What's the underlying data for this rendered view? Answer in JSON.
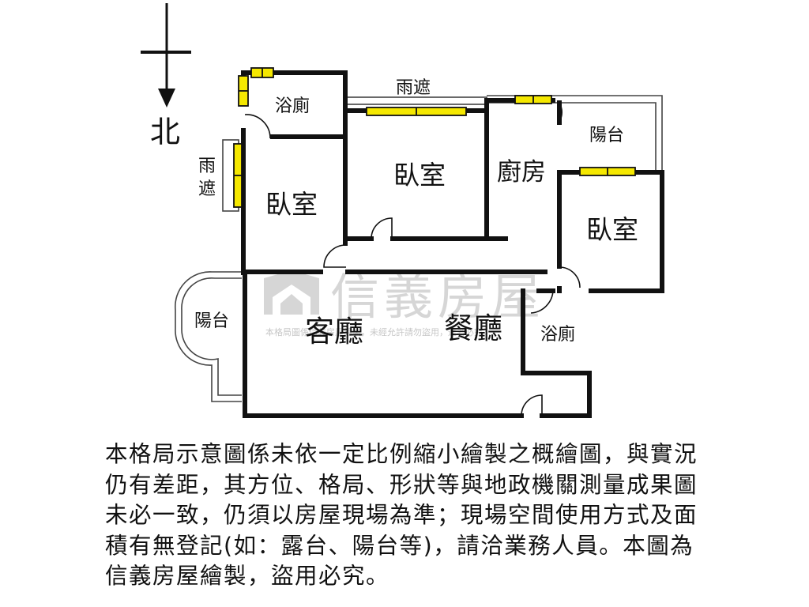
{
  "north_label": "北",
  "rooms": {
    "bath_top": "浴廁",
    "bedroom_west": "臥室",
    "bedroom_center": "臥室",
    "kitchen": "廚房",
    "balcony_east": "陽台",
    "bedroom_east": "臥室",
    "balcony_west": "陽台",
    "living_room": "客廳",
    "dining_room": "餐廳",
    "bath_east": "浴廁",
    "awning_north": "雨遮",
    "awning_west_1": "雨",
    "awning_west_2": "遮"
  },
  "watermark": {
    "brand": "信義房屋",
    "notice": "本格局圖係信義房屋繪製，未經允許請勿盜用，違者必究"
  },
  "disclaimer": "本格局示意圖係未依一定比例縮小繪製之概繪圖，與實況仍有差距，其方位、格局、形狀等與地政機關測量成果圖未必一致，仍須以房屋現場為準；現場空間使用方式及面積有無登記(如：露台、陽台等)，請洽業務人員。本圖為信義房屋繪製，盜用必究。",
  "colors": {
    "wall": "#111111",
    "window_fill": "#f5e800",
    "watermark": "#c8c8c8"
  }
}
